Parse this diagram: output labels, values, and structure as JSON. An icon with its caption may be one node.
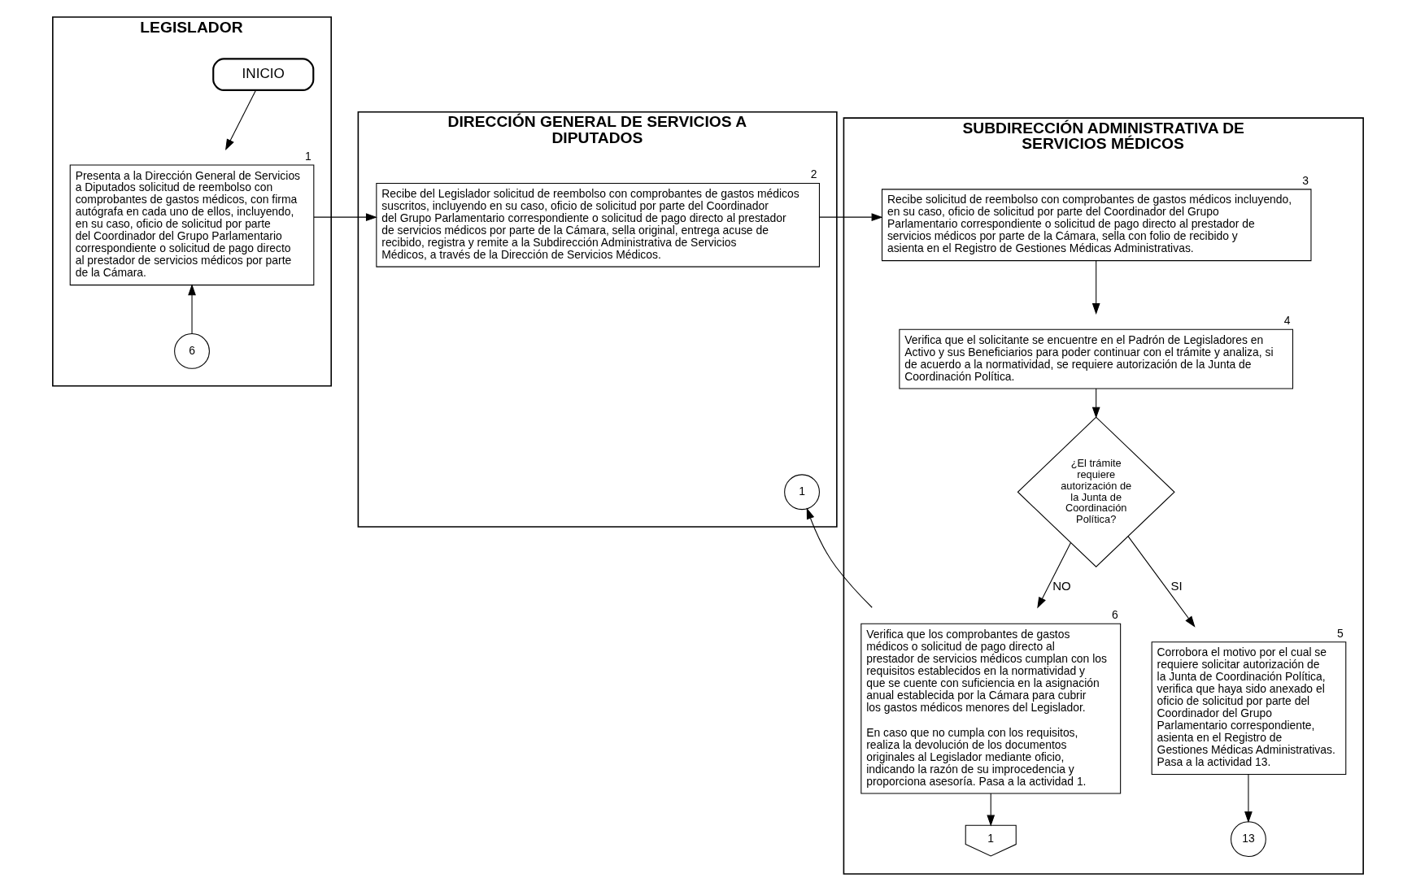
{
  "diagram": {
    "nodes": [
      {
        "text": [
          "LEGISLADOR"
        ]
      },
      {
        "text": [
          "DIRECCIÓN GENERAL DE SERVICIOS A DIPUTADOS"
        ]
      },
      {
        "text": [
          "SUBDIRECCIÓN ADMINISTRATIVA DE SERVICIOS MÉDICOS"
        ]
      },
      {
        "text": [
          "INICIO"
        ],
        "in": 0
      },
      {
        "text": [
          "Presenta a la Dirección General de Servicios a Diputados solicitud de reembolso con comprobantes de gastos médicos, con firma autógrafa en cada uno de ellos, incluyendo, en su caso, oficio de solicitud por parte del Coordinador del Grupo Parlamentario correspondiente o solicitud de pago directo al prestador de servicios médicos por parte de la Cámara."
        ],
        "beside": [
          "1"
        ],
        "in": 0
      },
      {
        "text": [
          "6"
        ],
        "in": 0
      },
      {
        "text": [
          "Recibe del Legislador solicitud de reembolso con comprobantes de gastos médicos suscritos, incluyendo en su caso, oficio de solicitud por parte del Coordinador del Grupo Parlamentario correspondiente o solicitud de pago directo al prestador de servicios médicos por parte de la Cámara, sella original, entrega acuse de recibido, registra y remite a la Subdirección Administrativa de Servicios Médicos, a través de la Dirección de Servicios Médicos."
        ],
        "beside": [
          "2"
        ],
        "in": 1
      },
      {
        "text": [
          "Recibe solicitud de reembolso con comprobantes de gastos médicos incluyendo, en su caso, oficio de solicitud por parte del Coordinador del Grupo Parlamentario correspondiente o solicitud de pago directo al prestador de servicios médicos por parte de la Cámara, sella con folio de recibido y asienta en el Registro de Gestiones Médicas Administrativas."
        ],
        "beside": [
          "3"
        ],
        "in": 2
      },
      {
        "text": [
          "Verifica que el solicitante se encuentre en el Padrón de Legisladores en Activo y sus Beneficiarios para poder continuar con el trámite y analiza, si de acuerdo a la normatividad, se requiere autorización de la Junta de Coordinación Política."
        ],
        "beside": [
          "4"
        ],
        "in": 2
      },
      {
        "text": [
          "¿El trámite requiere autorización de la Junta de Coordinación Política?"
        ],
        "in": 2
      },
      {
        "text": [
          "Verifica que los comprobantes de gastos médicos o solicitud de pago directo al prestador de servicios médicos cumplan con los requisitos establecidos en la normatividad y que se cuente con suficiencia en la asignación anual establecida por la Cámara para cubrir los gastos médicos menores del Legislador.",
          "En caso que no cumpla con los requisitos, realiza la devolución de los documentos originales al Legislador mediante oficio, indicando la razón de su improcedencia y proporciona asesoría. Pasa a la actividad 1."
        ],
        "beside": [
          "6"
        ],
        "in": 2
      },
      {
        "text": [
          "Corrobora el motivo por el cual se requiere solicitar autorización de la Junta de Coordinación Política, verifica que haya sido anexado el oficio de solicitud por parte del Coordinador del Grupo Parlamentario correspondiente, asienta en el Registro de Gestiones Médicas Administrativas. Pasa a la actividad 13."
        ],
        "beside": [
          "5"
        ],
        "in": 2
      },
      {
        "text": [
          "1"
        ],
        "in": 1
      },
      {
        "text": [
          "1"
        ],
        "in": 2
      },
      {
        "text": [
          "13"
        ],
        "in": 2
      }
    ],
    "edges": [
      {
        "from": 3,
        "to": 4,
        "arrow": "to"
      },
      {
        "from": 5,
        "to": 4,
        "arrow": "to"
      },
      {
        "from": 4,
        "to": 6,
        "arrow": "to"
      },
      {
        "from": 6,
        "to": 7,
        "arrow": "to"
      },
      {
        "from": 7,
        "to": 8,
        "arrow": "to"
      },
      {
        "from": 8,
        "to": 9,
        "arrow": "to"
      },
      {
        "from": 9,
        "to": 10,
        "label": "NO",
        "arrow": "to"
      },
      {
        "from": 9,
        "to": 11,
        "label": "SI",
        "arrow": "to"
      },
      {
        "from": 10,
        "to": 12,
        "arrow": "to"
      },
      {
        "from": 10,
        "to": 13,
        "arrow": "to"
      },
      {
        "from": 11,
        "to": 14,
        "arrow": "to"
      }
    ]
  }
}
